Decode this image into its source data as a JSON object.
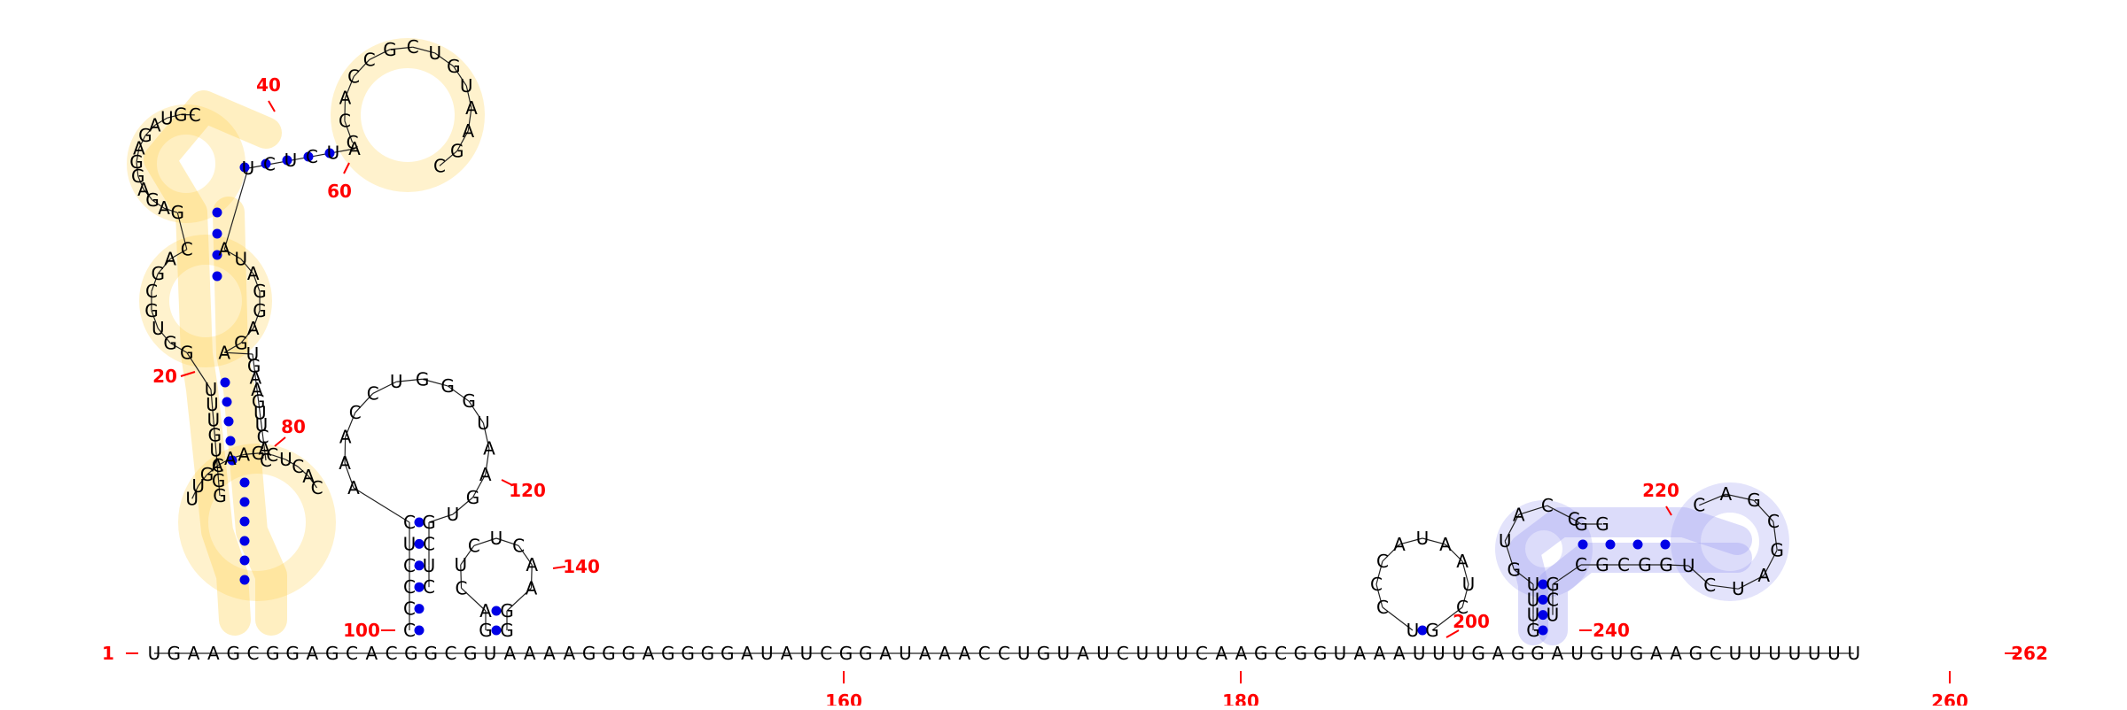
{
  "diagram": {
    "type": "rna-secondary-structure",
    "highlight_colors": {
      "domain_a": "#ffd24d",
      "domain_b": "#9b9bf0"
    },
    "base_pair_color": "#0000e6",
    "number_color": "#ff0000",
    "position_labels": [
      "1",
      "20",
      "40",
      "60",
      "80",
      "100",
      "120",
      "140",
      "160",
      "180",
      "200",
      "220",
      "240",
      "260",
      "262"
    ],
    "sequence_runs": [
      "UGAAG",
      "CGGAGCAC",
      "GGC",
      "GUAAAAGGGAGGGGAUAUCGGAUAAACCUGUAUCUUUCAAGCGG",
      "UAAAUU",
      "UGAGGAUGUGAAGCUUUUUUU",
      "UUGCAAGCUCAC",
      "GGAUGUUUGGUGCGACGAGAGGAGAUGC",
      "CCACCGCUGUAAGC",
      "AUCUCUAUAGGAGAUGAAGUUCAC",
      "CCCCUCAAACCUGGGUAAGUGCUC",
      "GACUCUCAAGG",
      "UCCCAUAAUCG",
      "GUUUGUACCGG",
      "CAGCGAUCUGGCGCGCU"
    ]
  }
}
